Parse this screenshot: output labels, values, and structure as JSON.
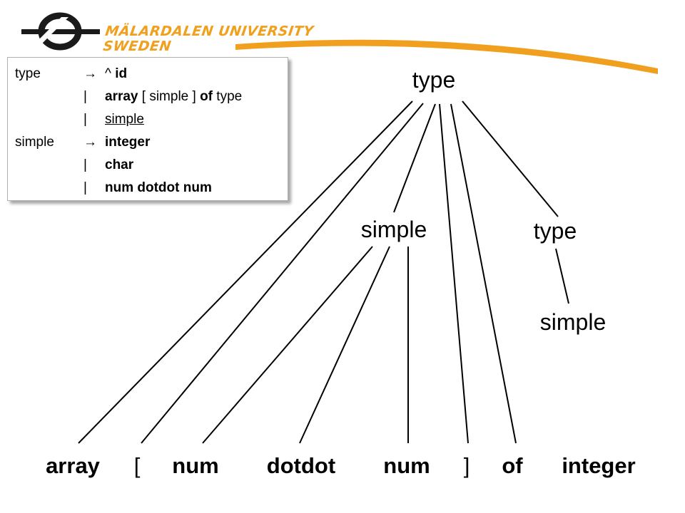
{
  "logo": {
    "line1": "MÄLARDALEN UNIVERSITY",
    "line2": "SWEDEN",
    "accent": "#f0a01e"
  },
  "grammar": {
    "rows": [
      {
        "lhs": "type",
        "sym": "→",
        "parts": [
          {
            "t": "^ "
          },
          {
            "t": "id",
            "b": true
          }
        ]
      },
      {
        "lhs": "",
        "sym": "|",
        "parts": [
          {
            "t": "array",
            "b": true
          },
          {
            "t": " [ simple ] "
          },
          {
            "t": "of",
            "b": true
          },
          {
            "t": " type"
          }
        ]
      },
      {
        "lhs": "",
        "sym": "|",
        "parts": [
          {
            "t": "simple",
            "u": true
          }
        ]
      },
      {
        "lhs": "simple",
        "sym": "→",
        "parts": [
          {
            "t": "integer",
            "b": true
          }
        ]
      },
      {
        "lhs": "",
        "sym": "|",
        "parts": [
          {
            "t": "char",
            "b": true
          }
        ]
      },
      {
        "lhs": "",
        "sym": "|",
        "parts": [
          {
            "t": "num dotdot num",
            "b": true
          }
        ]
      }
    ]
  },
  "tree": {
    "root": "type",
    "simple_node": "simple",
    "type_node": "type",
    "inner_simple": "simple",
    "leaves": [
      "array",
      "[",
      "num",
      "dotdot",
      "num",
      "]",
      "of",
      "integer"
    ]
  }
}
